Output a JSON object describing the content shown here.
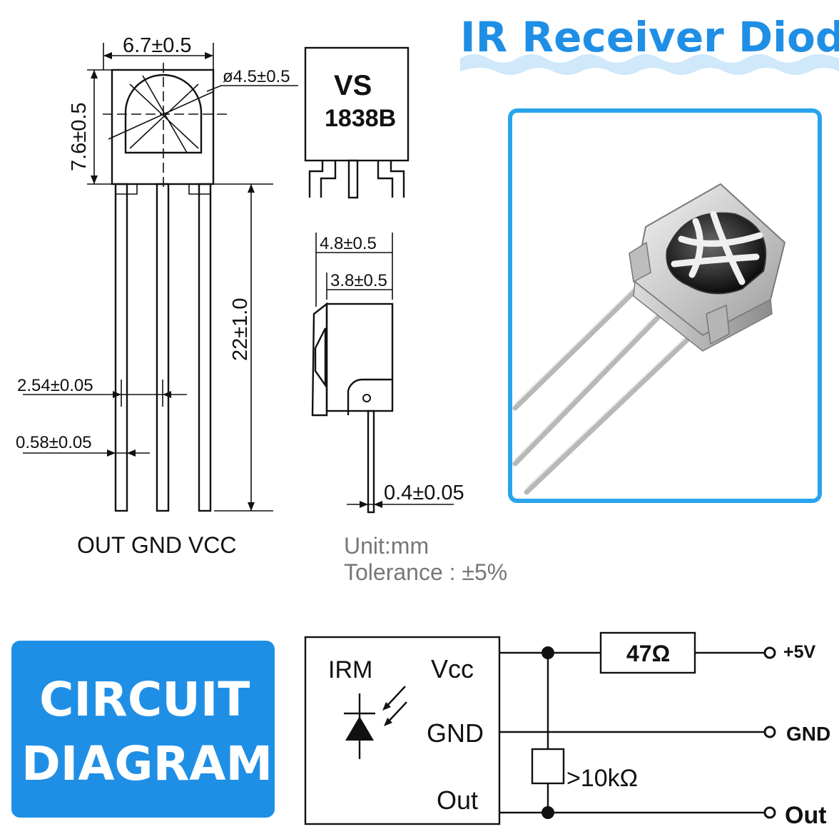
{
  "title": "IR Receiver Diode",
  "accent_color": "#1f8fe6",
  "dimensions": {
    "width_top": "6.7±0.5",
    "height_side": "7.6±0.5",
    "lens_diameter": "ø4.5±0.5",
    "lead_length": "22±1.0",
    "pitch": "2.54±0.05",
    "lead_width": "0.58±0.05",
    "depth_outer": "4.8±0.5",
    "depth_inner": "3.8±0.5",
    "lead_thickness": "0.4±0.05"
  },
  "marking": {
    "line1": "VS",
    "line2": "1838B"
  },
  "pin_labels": "OUT GND VCC",
  "units": {
    "unit": "Unit:mm",
    "tolerance": "Tolerance : ±5%"
  },
  "badge": {
    "line1": "CIRCUIT",
    "line2": "DIAGRAM"
  },
  "circuit": {
    "module": "IRM",
    "vcc": "Vcc",
    "gnd": "GND",
    "out": "Out",
    "resistor": "47Ω",
    "pullup": ">10kΩ",
    "terminals": {
      "plus5v": "+5V",
      "gnd": "GND",
      "out": "Out"
    }
  }
}
